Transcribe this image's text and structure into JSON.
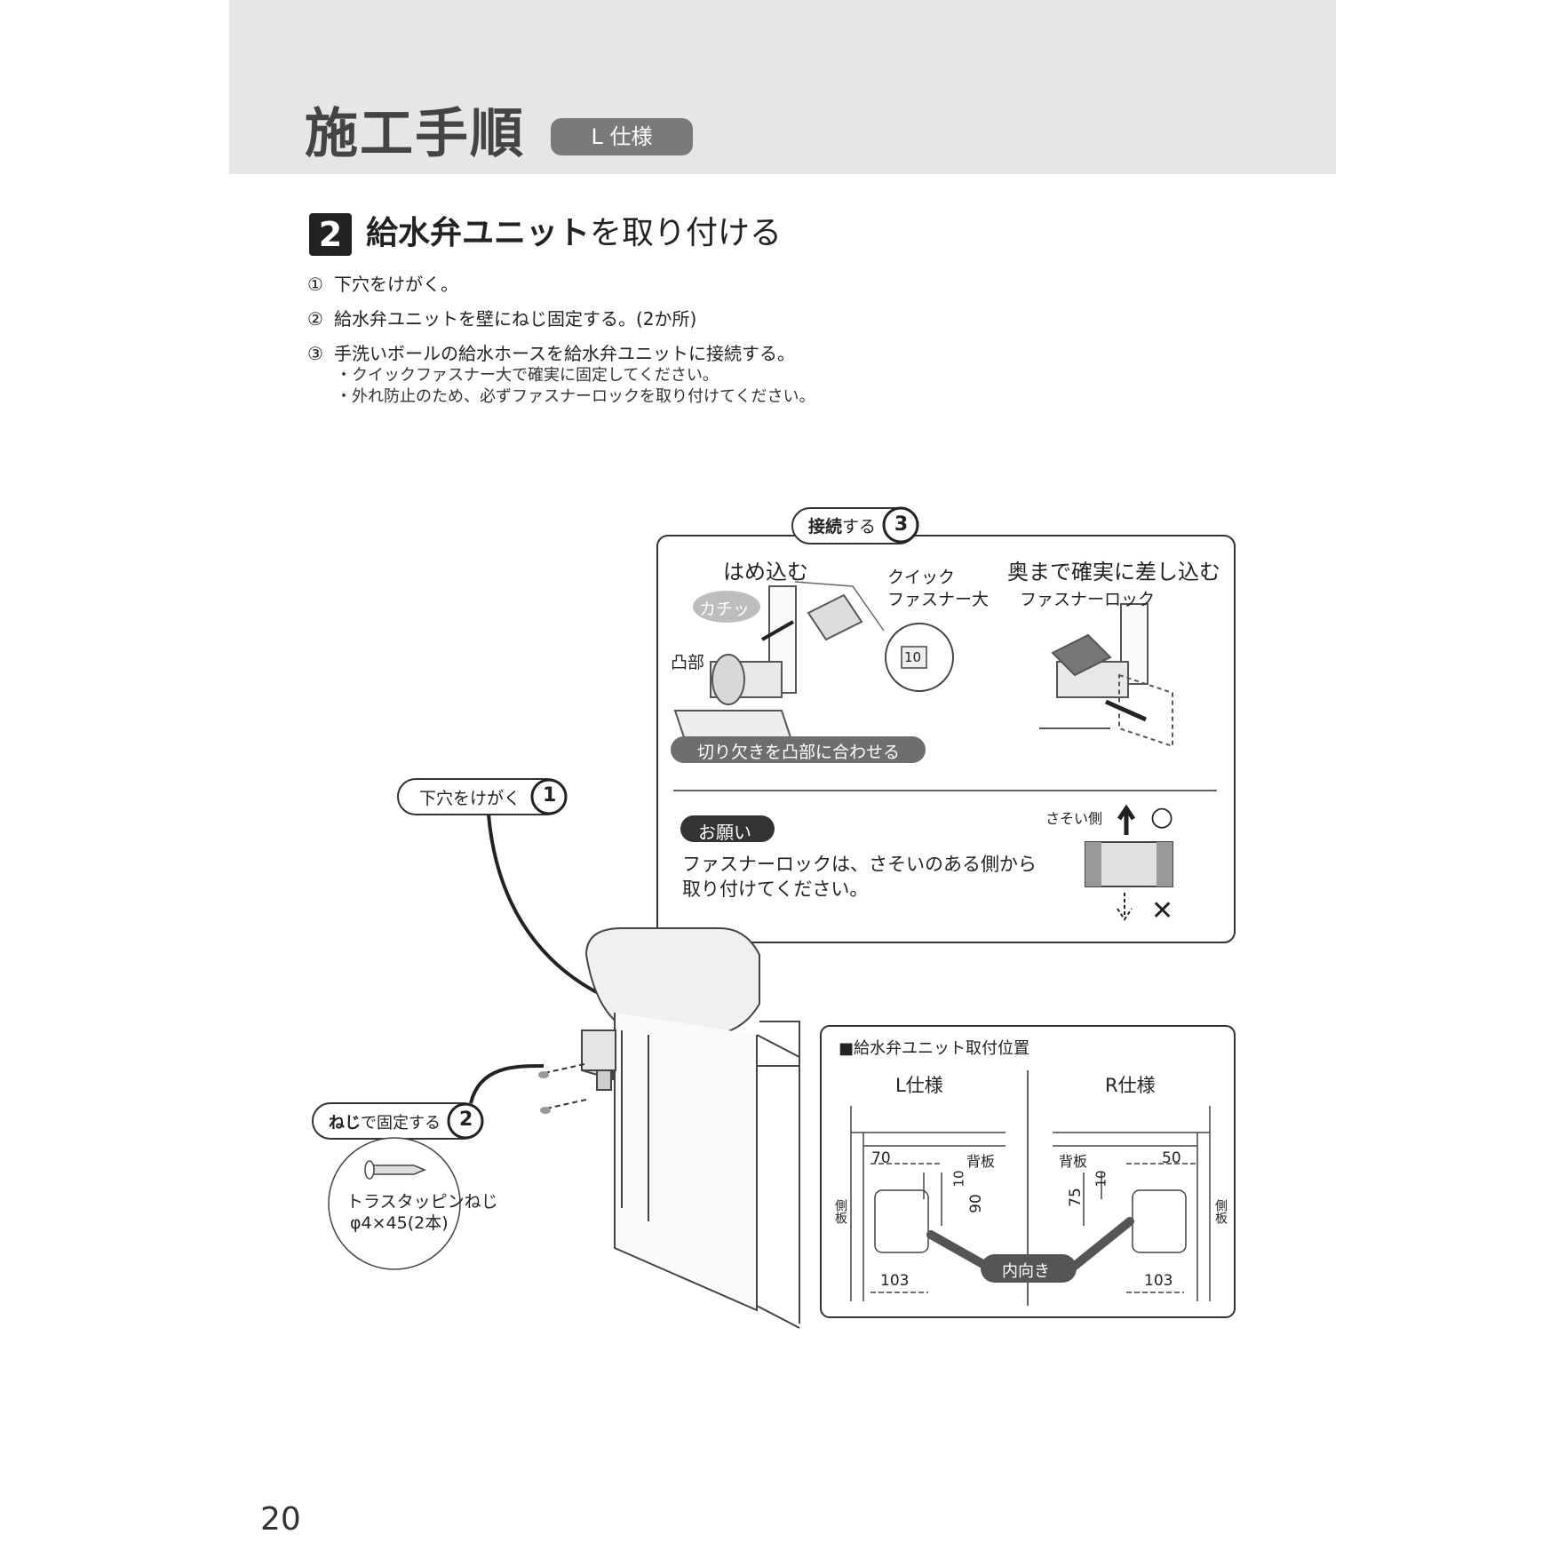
{
  "header": {
    "title": "施工手順",
    "badge": "L 仕様"
  },
  "step": {
    "number": "2",
    "title_bold": "給水弁ユニット",
    "title_rest": "を取り付ける"
  },
  "instructions": [
    {
      "num": "①",
      "text": "下穴をけがく。"
    },
    {
      "num": "②",
      "text": "給水弁ユニットを壁にねじ固定する。(2か所)"
    },
    {
      "num": "③",
      "text": "手洗いボールの給水ホースを給水弁ユニットに接続する。"
    }
  ],
  "notes": [
    "・クイックファスナー大で確実に固定してください。",
    "・外れ防止のため、必ずファスナーロックを取り付けてください。"
  ],
  "connect_panel": {
    "tag_bold": "接続",
    "tag_rest": "する",
    "tag_num": "3",
    "left_heading": "はめ込む",
    "click_sound": "カチッ",
    "convex_label": "凸部",
    "quick_line1": "クイック",
    "quick_line2": "ファスナー大",
    "size_mark": "10",
    "notch_banner": "切り欠きを凸部に合わせる",
    "right_heading": "奥まで確実に差し込む",
    "lock_label": "ファスナーロック",
    "request_badge": "お願い",
    "request_line1": "ファスナーロックは、さそいのある側から",
    "request_line2": "取り付けてください。",
    "guide_side": "さそい側",
    "ok_mark": "○",
    "ng_mark": "✕"
  },
  "callouts": {
    "mark_text": "下穴をけがく",
    "mark_num": "1",
    "screw_bold": "ねじ",
    "screw_rest": "で固定する",
    "screw_num": "2",
    "screw_name": "トラスタッピンねじ",
    "screw_spec": "φ4×45(2本)"
  },
  "position_panel": {
    "title": "■給水弁ユニット取付位置",
    "left_title": "L仕様",
    "right_title": "R仕様",
    "back_board": "背板",
    "side_board": "側板",
    "inward": "内向き",
    "left_dims": {
      "from_side": "70",
      "from_back_small": "10",
      "from_back": "90",
      "width": "103"
    },
    "right_dims": {
      "from_side": "50",
      "from_back_small": "10",
      "from_back": "75",
      "width": "103"
    }
  },
  "page_number": "20"
}
